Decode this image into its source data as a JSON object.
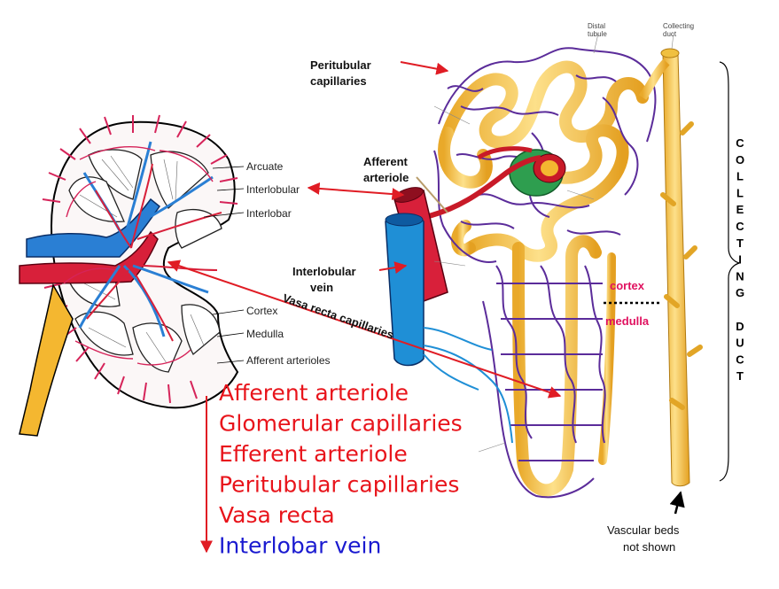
{
  "labels": {
    "peritubular_line1": "Peritubular",
    "peritubular_line2": "capillaries",
    "distal_line1": "Distal",
    "distal_line2": "tubule",
    "collecting_line1": "Collecting",
    "collecting_line2": "duct",
    "afferent_line1": "Afferent",
    "afferent_line2": "arteriole",
    "interlobular_vein_line1": "Interlobular",
    "interlobular_vein_line2": "vein",
    "vasa_recta": "Vasa recta capillaries",
    "cortex": "cortex",
    "medulla": "medulla",
    "vascular_line1": "Vascular beds",
    "vascular_line2": "not shown"
  },
  "kidney_labels": {
    "arcuate": "Arcuate",
    "interlobular": "Interlobular",
    "interlobar": "Interlobar",
    "cortex": "Cortex",
    "medulla": "Medulla",
    "afferent_arterioles": "Afferent arterioles"
  },
  "collecting_duct_letters": [
    "C",
    "O",
    "L",
    "L",
    "E",
    "C",
    "T",
    "I",
    "N",
    "G",
    "",
    "D",
    "U",
    "C",
    "T"
  ],
  "flow_sequence": {
    "items": [
      {
        "text": "Afferent arteriole",
        "color": "#e8141b"
      },
      {
        "text": "Glomerular capillaries",
        "color": "#e8141b"
      },
      {
        "text": "Efferent arteriole",
        "color": "#e8141b"
      },
      {
        "text": "Peritubular capillaries",
        "color": "#e8141b"
      },
      {
        "text": "Vasa recta",
        "color": "#e8141b"
      },
      {
        "text": "Interlobar vein",
        "color": "#1a1ad0"
      }
    ]
  },
  "colors": {
    "artery": "#e01c24",
    "vein": "#1f8fd6",
    "capillary": "#5b2c9a",
    "tubule": "#f7c84a",
    "arrow": "#e01c24",
    "accent_pink": "#e0115f"
  }
}
